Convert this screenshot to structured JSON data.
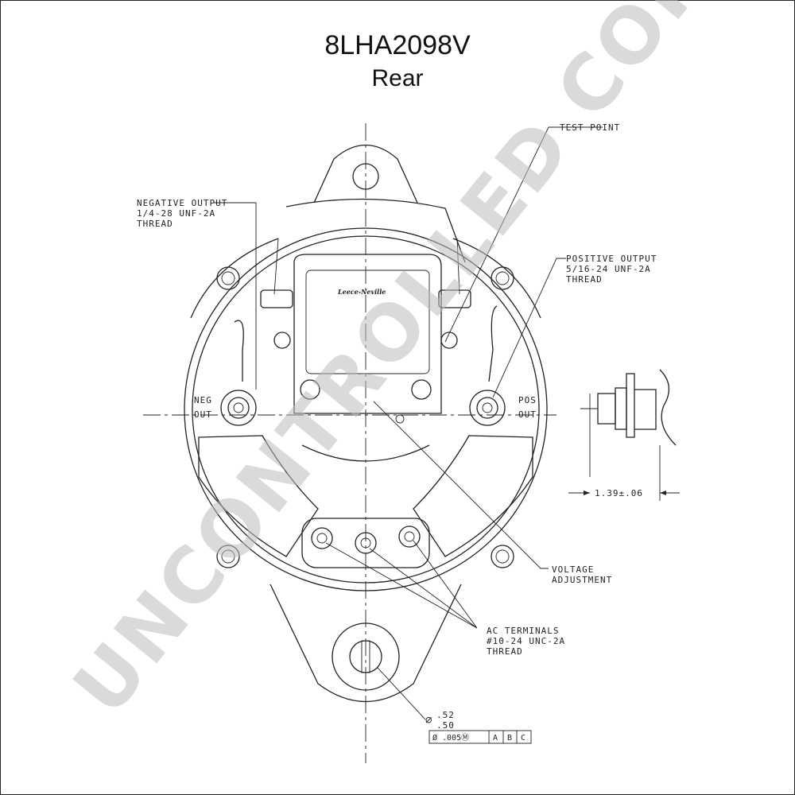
{
  "title": "8LHA2098V",
  "subtitle": "Rear",
  "watermark": "UNCONTROLLED COPY",
  "logo_text": "Leece-Neville",
  "labels": {
    "test_point": "TEST POINT",
    "neg_output": [
      "NEGATIVE OUTPUT",
      "1/4-28 UNF-2A",
      "THREAD"
    ],
    "pos_output": [
      "POSITIVE OUTPUT",
      "5/16-24 UNF-2A",
      "THREAD"
    ],
    "neg_term": [
      "NEG",
      "OUT"
    ],
    "pos_term": [
      "POS",
      "OUT"
    ],
    "voltage_adj": [
      "VOLTAGE",
      "ADJUSTMENT"
    ],
    "ac_terminals": [
      "AC TERMINALS",
      "#10-24 UNC-2A",
      "THREAD"
    ],
    "dimension": "1.39±.06",
    "diameter_upper": ".52",
    "diameter_lower": ".50",
    "tolerance_cells": [
      "Ø .005Ⓜ",
      "A",
      "B",
      "C"
    ]
  },
  "colors": {
    "line": "#222222",
    "watermark": "#bdbdbd"
  }
}
